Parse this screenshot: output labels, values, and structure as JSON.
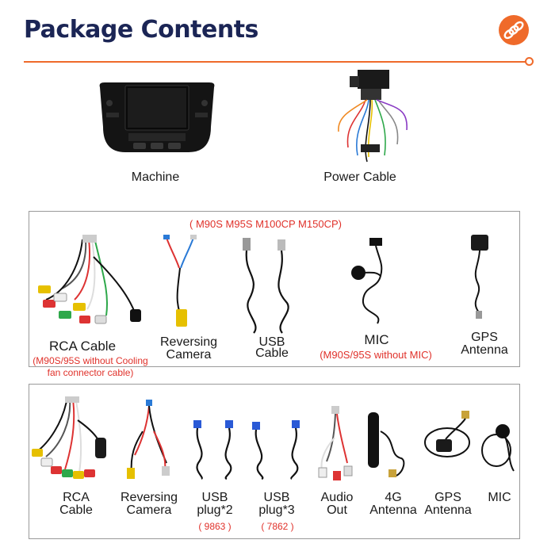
{
  "header": {
    "title": "Package Contents",
    "accent_color": "#ef6a2a",
    "title_color": "#1b2555",
    "logo_icon": "orange-coil-logo-icon"
  },
  "top_items": [
    {
      "label": "Machine",
      "icon": "car-stereo-unit-icon"
    },
    {
      "label": "Power Cable",
      "icon": "power-harness-icon"
    }
  ],
  "box1": {
    "models": "( M90S M95S M100CP M150CP)",
    "items": [
      {
        "label": "RCA Cable",
        "note_line1": "(M90S/95S without Cooling",
        "note_line2": "fan connector cable)"
      },
      {
        "label_line1": "Reversing",
        "label_line2": "Camera"
      },
      {
        "label_line1": "USB",
        "label_line2": "Cable"
      },
      {
        "label": "MIC",
        "note": "(M90S/95S without MIC)"
      },
      {
        "label_line1": "GPS",
        "label_line2": "Antenna"
      }
    ]
  },
  "box2": {
    "items": [
      {
        "label_line1": "RCA",
        "label_line2": "Cable"
      },
      {
        "label_line1": "Reversing",
        "label_line2": "Camera"
      },
      {
        "label_line1": "USB",
        "label_line2": "plug*2",
        "note": "( 9863 )"
      },
      {
        "label_line1": "USB",
        "label_line2": "plug*3",
        "note": "( 7862 )"
      },
      {
        "label_line1": "Audio",
        "label_line2": "Out"
      },
      {
        "label_line1": "4G",
        "label_line2": "Antenna"
      },
      {
        "label_line1": "GPS",
        "label_line2": "Antenna"
      },
      {
        "label": "MIC"
      }
    ]
  }
}
